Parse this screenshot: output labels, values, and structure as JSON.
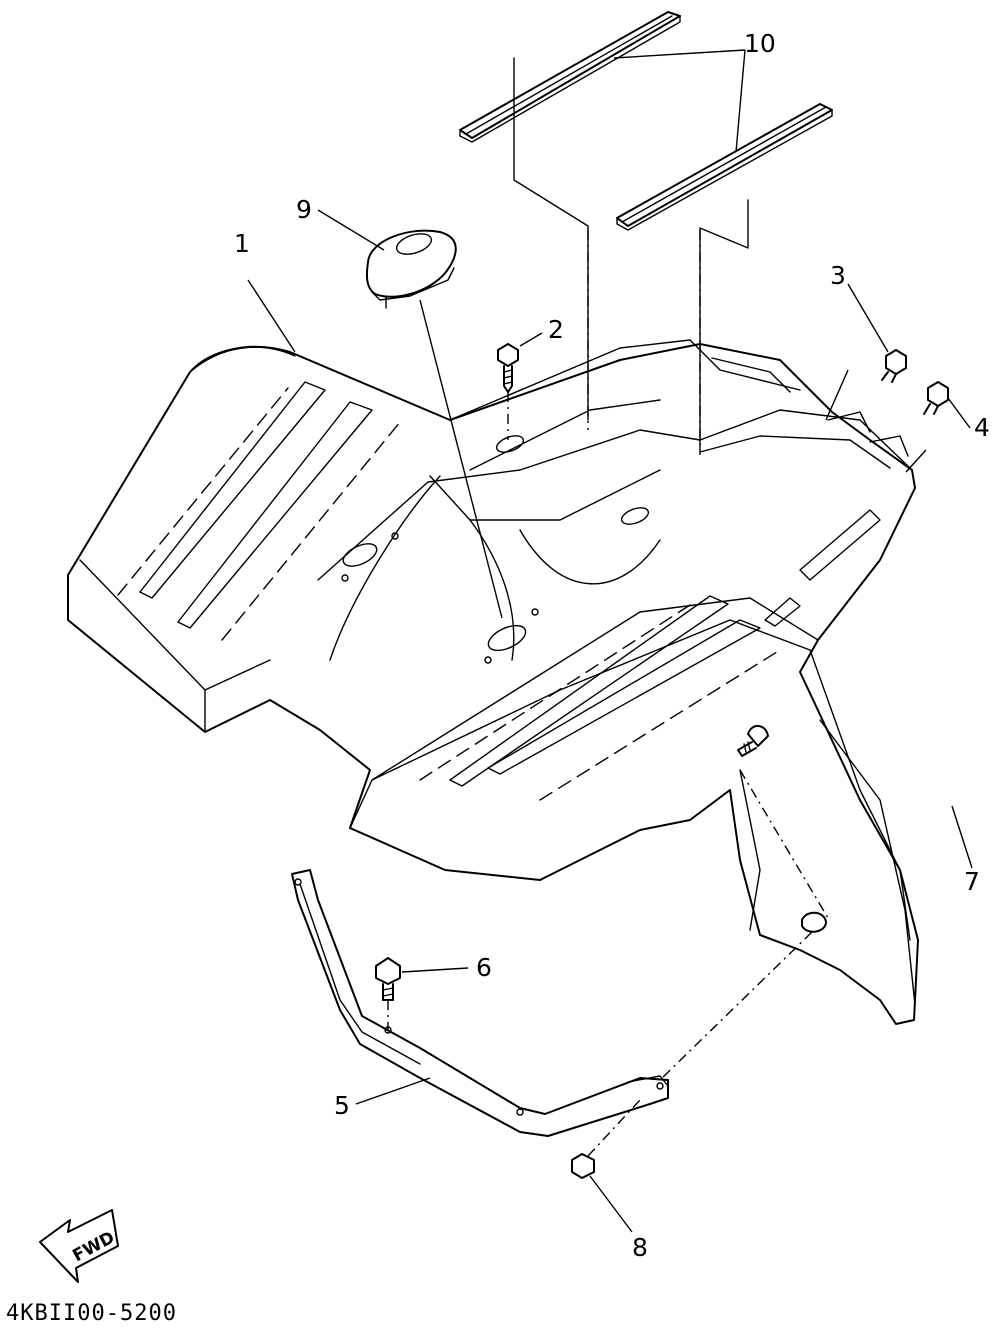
{
  "callouts": {
    "c1": "1",
    "c2": "2",
    "c3": "3",
    "c4": "4",
    "c5": "5",
    "c6": "6",
    "c7": "7",
    "c8": "8",
    "c9": "9",
    "c10": "10"
  },
  "direction_label": "FWD",
  "diagram_code": "4KBII00-5200"
}
